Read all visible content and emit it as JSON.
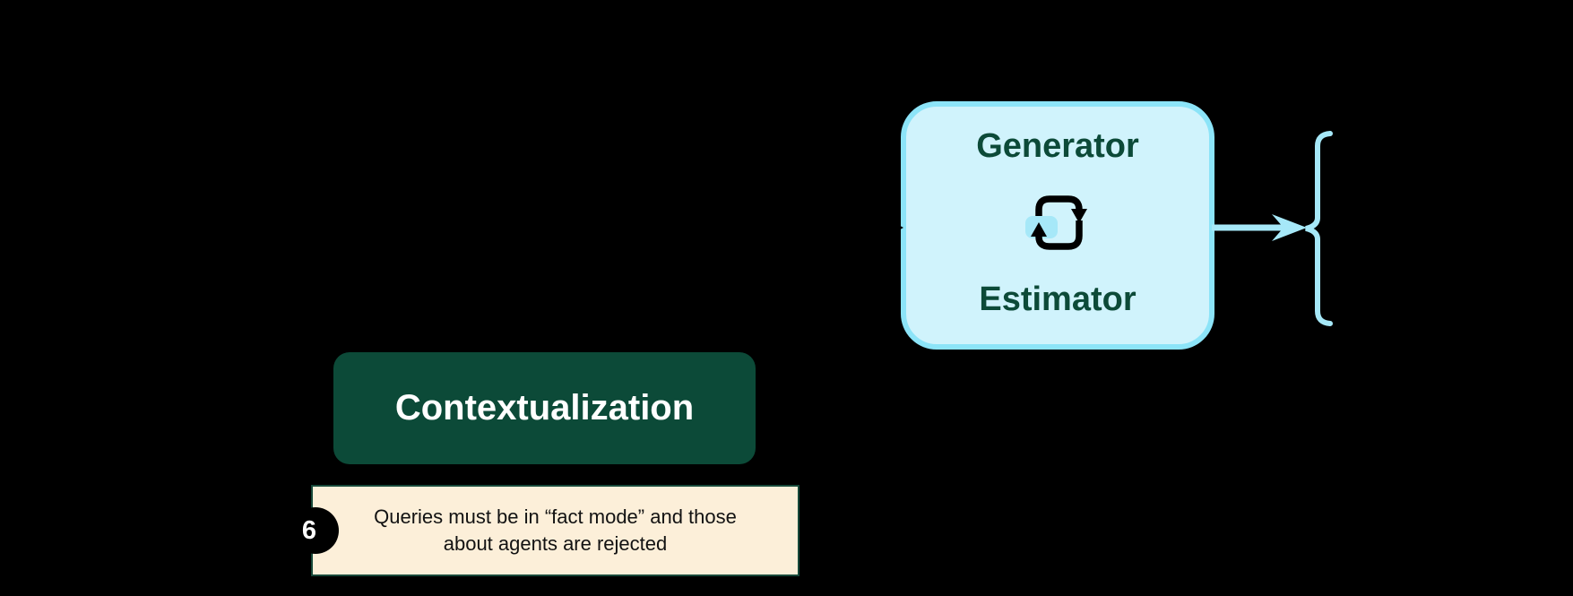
{
  "canvas": {
    "background": "#000000"
  },
  "generator_estimator_box": {
    "top_label": "Generator",
    "bottom_label": "Estimator",
    "fill": "#d0f3fc",
    "border": "#8ce4f8",
    "text_color": "#0c4a38",
    "icon": "loop-cycle-icon",
    "icon_color": "#000000",
    "icon_accent": "#a6e8f8"
  },
  "contextualization_box": {
    "label": "Contextualization",
    "fill": "#0c4a38",
    "text_color": "#ffffff"
  },
  "note": {
    "badge": "6",
    "line1": "Queries must be in “fact mode” and those",
    "line2": "about agents are rejected",
    "fill": "#fcefd9",
    "border": "#17493a",
    "badge_fill": "#000000",
    "badge_text_color": "#ffffff",
    "text_color": "#121212"
  },
  "connectors": {
    "arrow_color": "#a6e8f8",
    "brace_color": "#a6e8f8",
    "incoming_arrowhead_color": "#000000"
  }
}
